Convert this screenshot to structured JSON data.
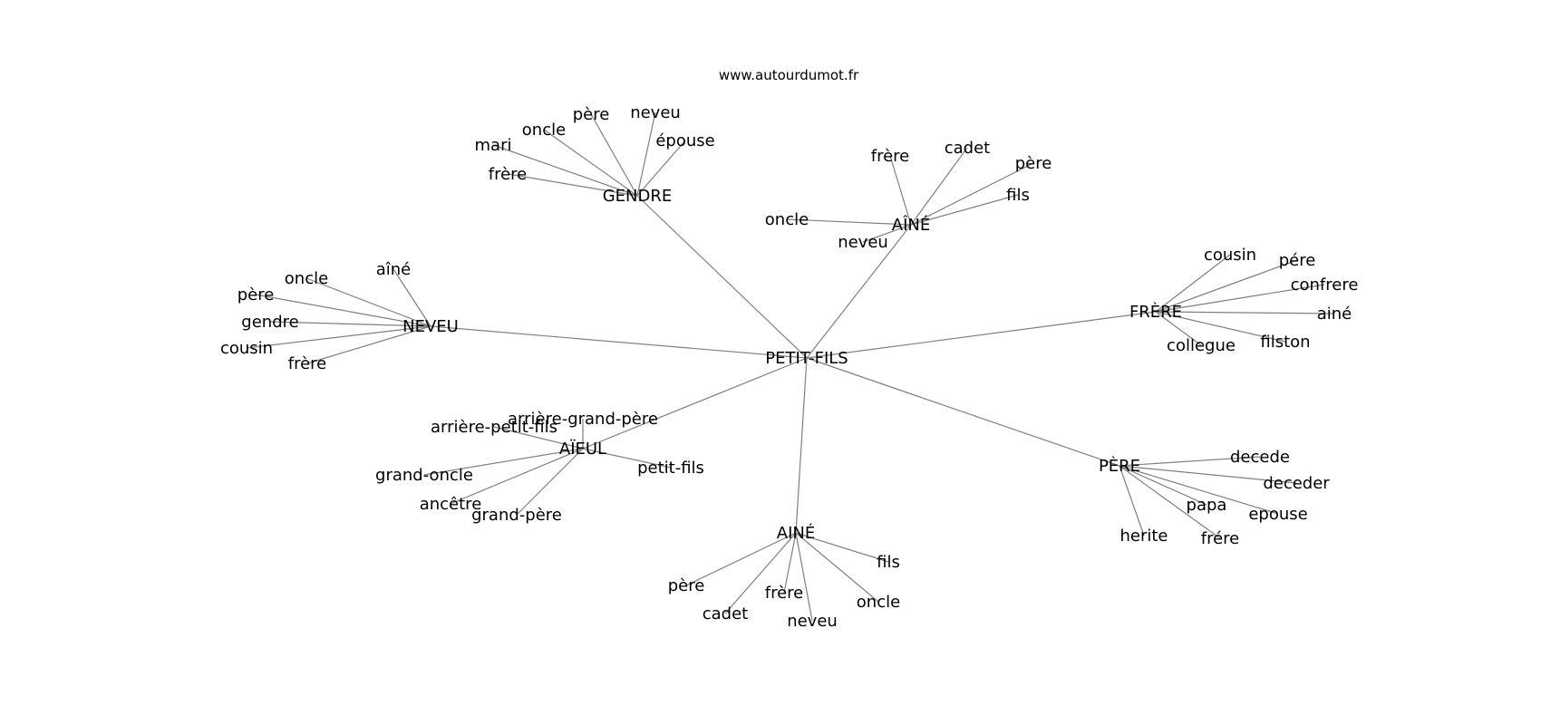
{
  "site": "www.autourdumot.fr",
  "colors": {
    "edge": "#808080",
    "text": "#000000",
    "background": "#ffffff"
  },
  "center": "PETIT-FILS",
  "groups": [
    {
      "name": "GENDRE",
      "leaves": [
        "mari",
        "oncle",
        "père",
        "neveu",
        "épouse",
        "frère"
      ]
    },
    {
      "name": "AÎNÉ",
      "leaves": [
        "frère",
        "cadet",
        "père",
        "fils",
        "oncle",
        "neveu"
      ]
    },
    {
      "name": "NEVEU",
      "leaves": [
        "aîné",
        "oncle",
        "père",
        "gendre",
        "cousin",
        "frère"
      ]
    },
    {
      "name": "FRÈRE",
      "leaves": [
        "cousin",
        "pére",
        "confrere",
        "ainé",
        "filston",
        "collegue"
      ]
    },
    {
      "name": "AÏEUL",
      "leaves": [
        "arrière-grand-père",
        "arrière-petit-fils",
        "petit-fils",
        "grand-oncle",
        "ancêtre",
        "grand-père"
      ]
    },
    {
      "name": "PÈRE",
      "leaves": [
        "decede",
        "deceder",
        "papa",
        "epouse",
        "herite",
        "frére"
      ]
    },
    {
      "name": "AINÉ",
      "leaves": [
        "fils",
        "père",
        "cadet",
        "frère",
        "oncle",
        "neveu"
      ]
    }
  ]
}
